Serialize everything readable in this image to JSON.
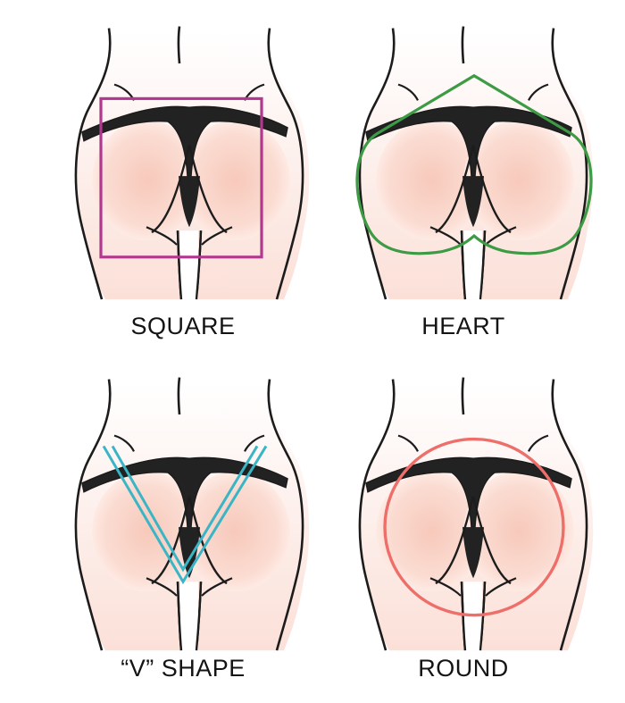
{
  "shapes": [
    {
      "id": "square",
      "label": "SQUARE",
      "outline": "square",
      "outline_color": "#b2378f"
    },
    {
      "id": "heart",
      "label": "HEART",
      "outline": "heart",
      "outline_color": "#3d9a45"
    },
    {
      "id": "v",
      "label": "“V” SHAPE",
      "outline": "v",
      "outline_color": "#3ab5c5"
    },
    {
      "id": "round",
      "label": "ROUND",
      "outline": "circle",
      "outline_color": "#ee6e6a"
    }
  ],
  "colors": {
    "skin_center": "#f7c9bb",
    "skin_edge": "#fff2ee",
    "line": "#1c1c1c",
    "thong": "#222222"
  }
}
